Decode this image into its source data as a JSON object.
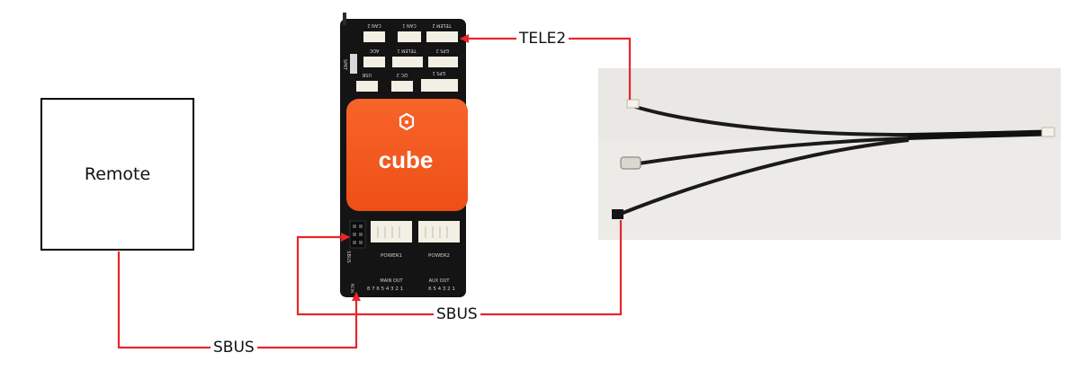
{
  "remote": {
    "label": "Remote"
  },
  "controller": {
    "brand": "cube",
    "ports_top": [
      "CAN 2",
      "CAN 1",
      "TELEM 2"
    ],
    "ports_mid": [
      "ADC",
      "TELEM 1",
      "GPS 2"
    ],
    "ports_low": [
      "USB",
      "I2C 2",
      "GPS 1"
    ],
    "spkt": "SPKT",
    "sbus": "SBUS",
    "power1": "POWER1",
    "power2": "POWER2",
    "main_out": "MAIN OUT",
    "aux_out": "AUX OUT",
    "main_nums": "8 7 6 5 4 3 2 1",
    "aux_nums": "6 5 4 3 2 1",
    "rcin": "RCIN"
  },
  "connections": {
    "tele2": "TELE2",
    "sbus_right": "SBUS",
    "sbus_bottom": "SBUS"
  },
  "colors": {
    "wire": "#e8262c",
    "board": "#141414",
    "cube": "#f25a1f",
    "photo_bg": "#ececea",
    "connector": "#f2efe4"
  }
}
